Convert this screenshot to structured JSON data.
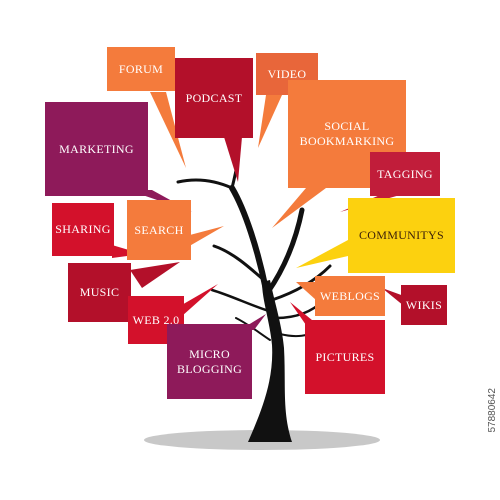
{
  "colors": {
    "tree": "#111111",
    "shadow": "#9a9a9a",
    "purple": "#8e1a5a",
    "orange": "#f47b3c",
    "red": "#d3112b",
    "darkred": "#b3102a",
    "yellow": "#fcd10f",
    "crimson": "#c11d3a"
  },
  "bubbles": {
    "forum": "FORUM",
    "podcast": "PODCAST",
    "video": "VIDEO",
    "social_bookmarking": "SOCIAL\nBOOKMARKING",
    "marketing": "MARKETING",
    "tagging": "TAGGING",
    "sharing": "SHARING",
    "search": "SEARCH",
    "communitys": "COMMUNITYS",
    "music": "MUSIC",
    "weblogs": "WEBLOGS",
    "wikis": "WIKIS",
    "web20": "WEB 2.0",
    "micro_blogging": "MICRO\nBLOGGING",
    "pictures": "PICTURES"
  },
  "stock_id": "57880642"
}
